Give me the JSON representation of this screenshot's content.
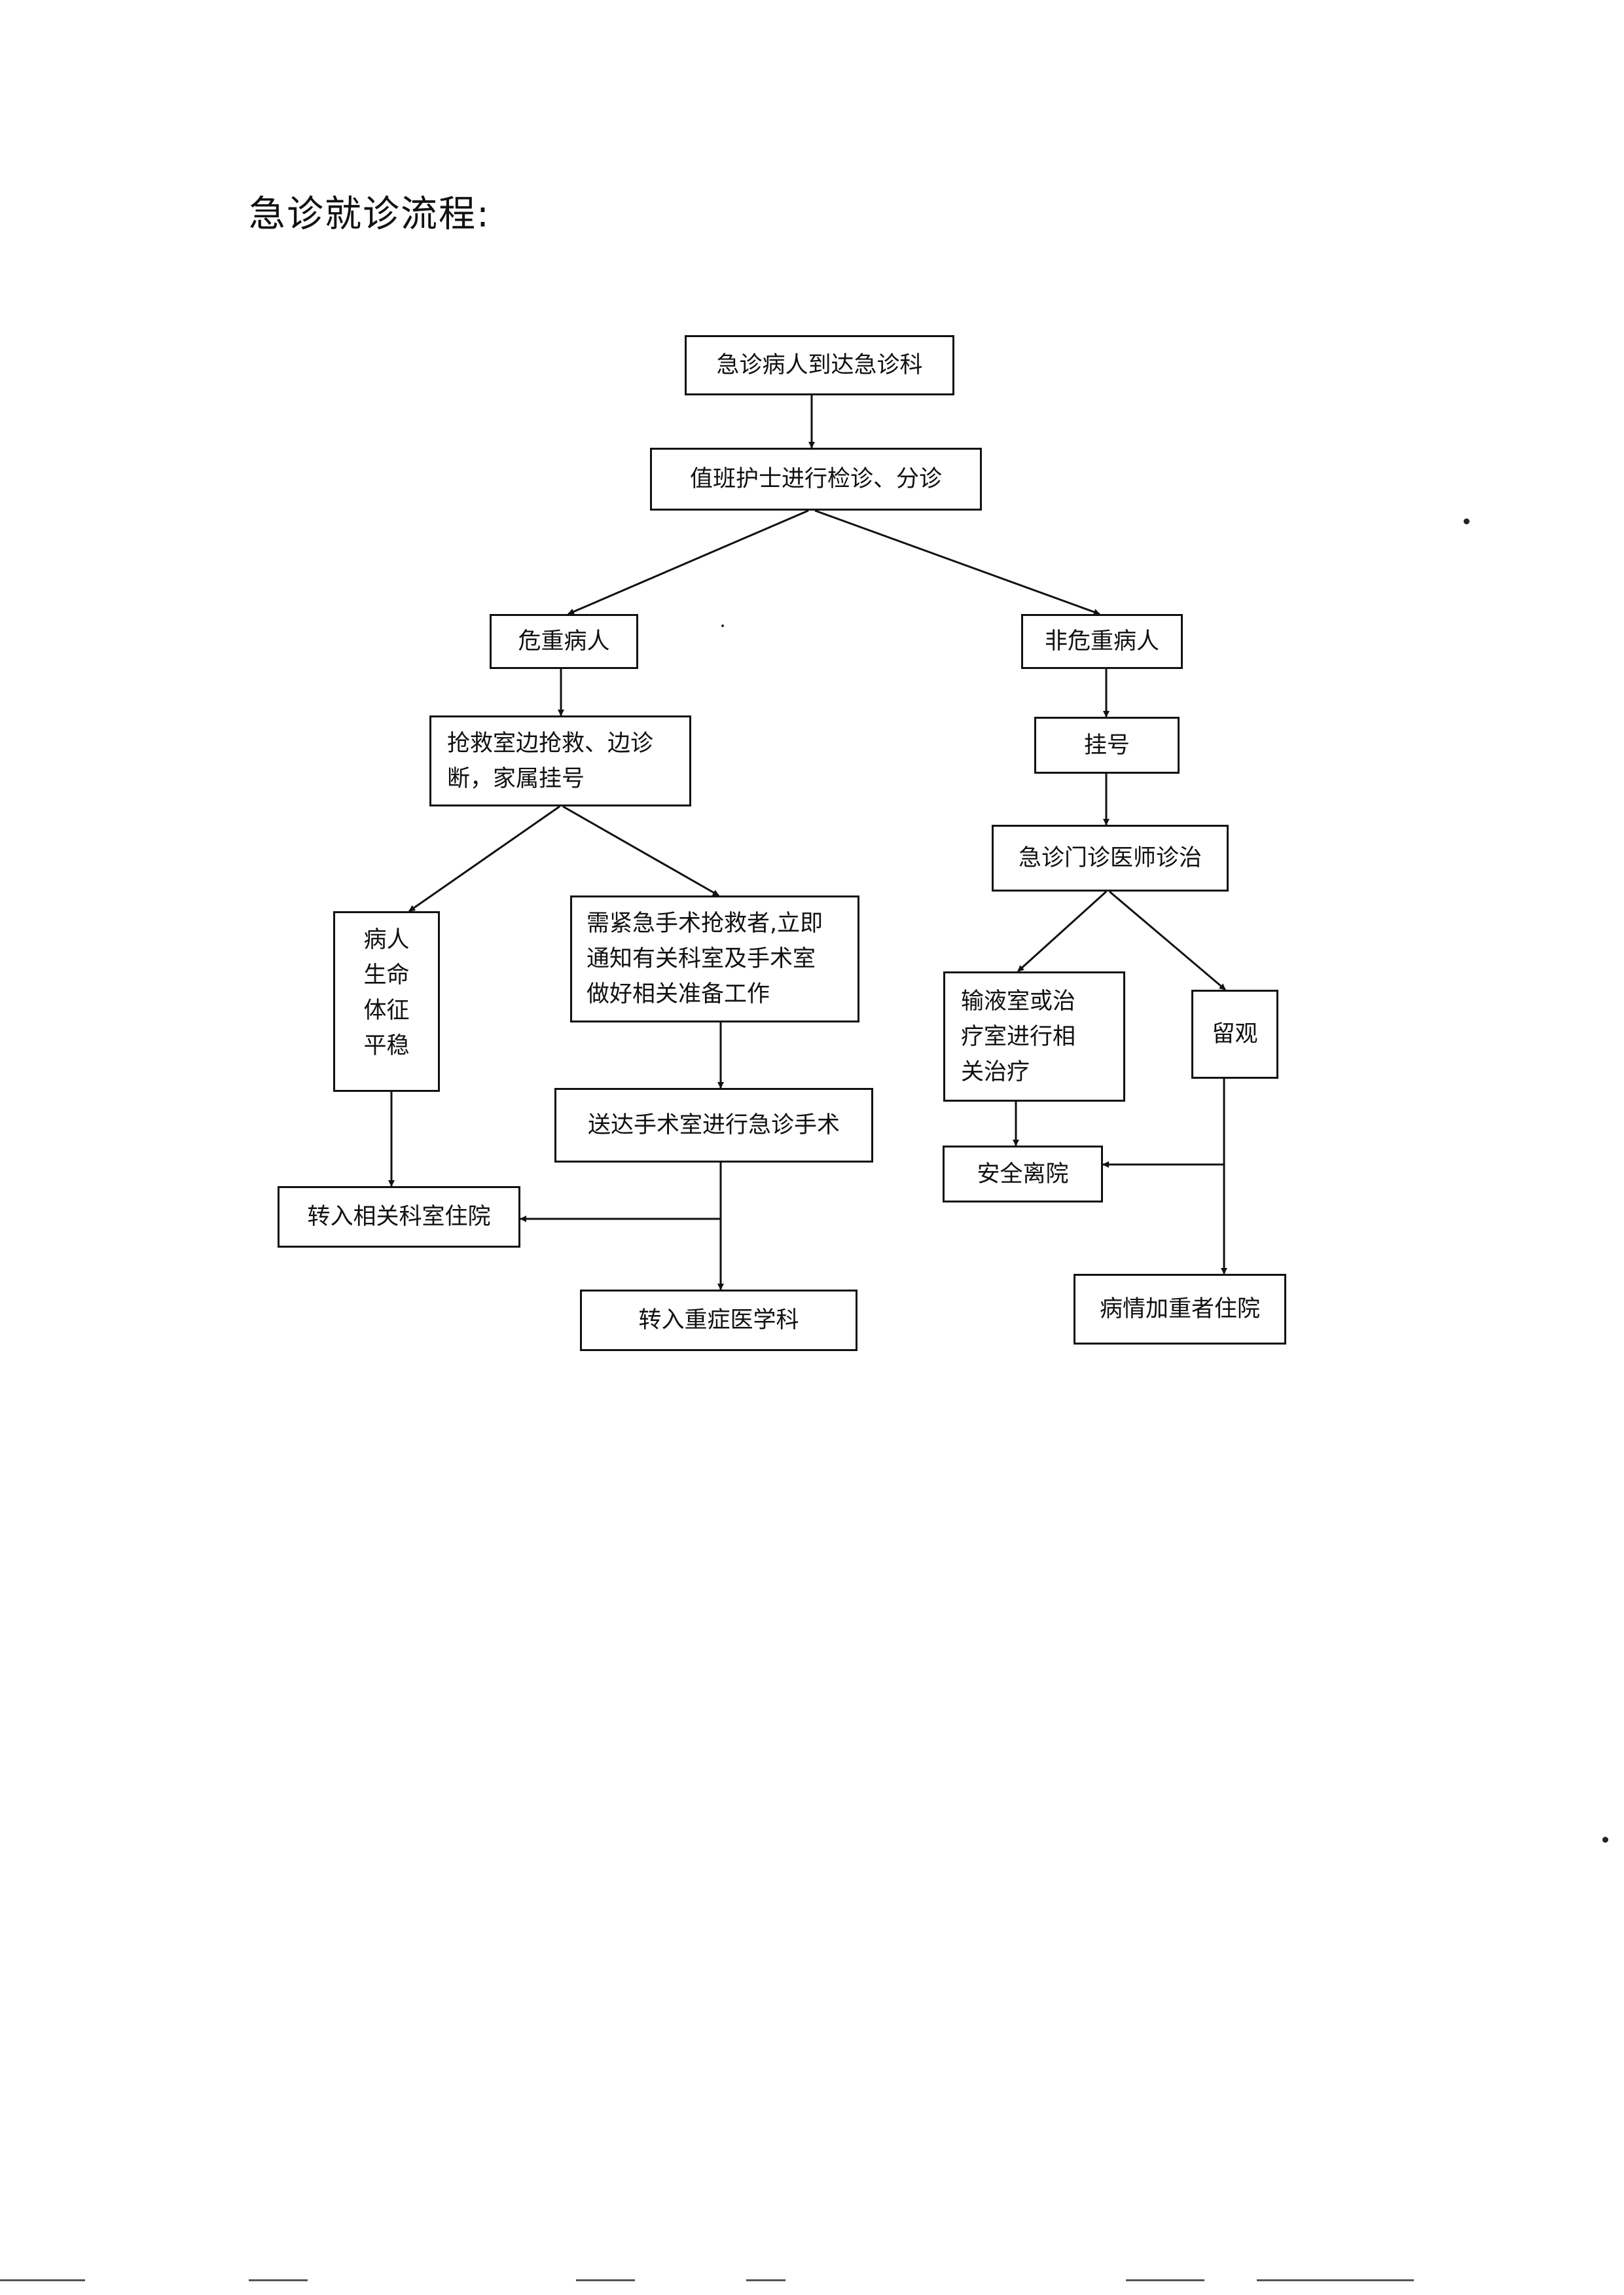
{
  "title": "急诊就诊流程:",
  "nodes": {
    "arrive": "急诊病人到达急诊科",
    "triage": "值班护士进行检诊、分诊",
    "critical": "危重病人",
    "noncritical": "非危重病人",
    "rescue": "抢救室边抢救、边诊\n断，家属挂号",
    "register": "挂号",
    "er_doctor": "急诊门诊医师诊治",
    "stable": "病人\n生命\n体征\n平稳",
    "surgery_needed": "需紧急手术抢救者,立即\n通知有关科室及手术室\n做好相关准备工作",
    "infusion": "输液室或治\n疗室进行相\n关治疗",
    "observe": "留观",
    "surgery": "送达手术室进行急诊手术",
    "transfer_ward": "转入相关科室住院",
    "safe_leave": "安全离院",
    "icu": "转入重症医学科",
    "worsen": "病情加重者住院"
  }
}
